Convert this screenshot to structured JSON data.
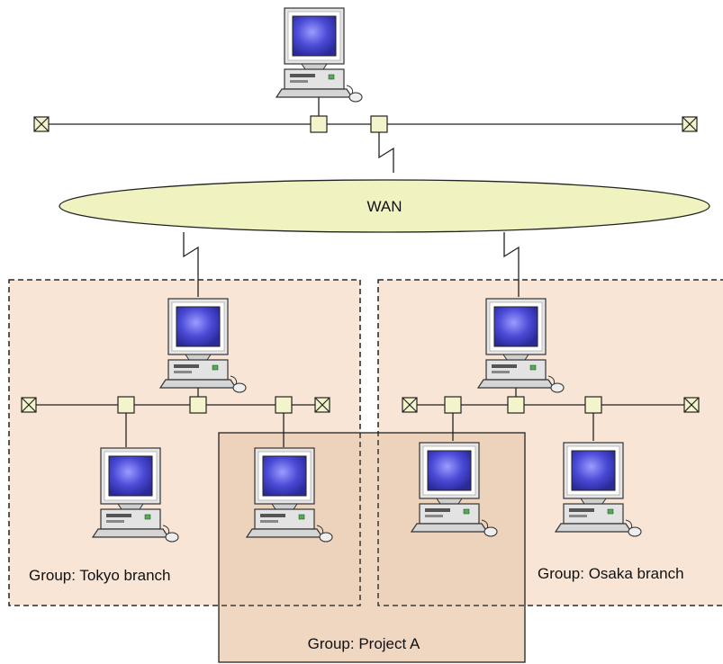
{
  "wan": {
    "label": "WAN"
  },
  "groups": {
    "tokyo": {
      "label": "Group: Tokyo branch"
    },
    "osaka": {
      "label": "Group: Osaka branch"
    },
    "project_a": {
      "label": "Group: Project A"
    }
  },
  "colors": {
    "group_fill": "#f8e5d6",
    "project_fill": "#ecd0b7",
    "wan_fill": "#f0f2c0",
    "node_fill": "#f4f4cc",
    "screen": "#4545d0"
  }
}
